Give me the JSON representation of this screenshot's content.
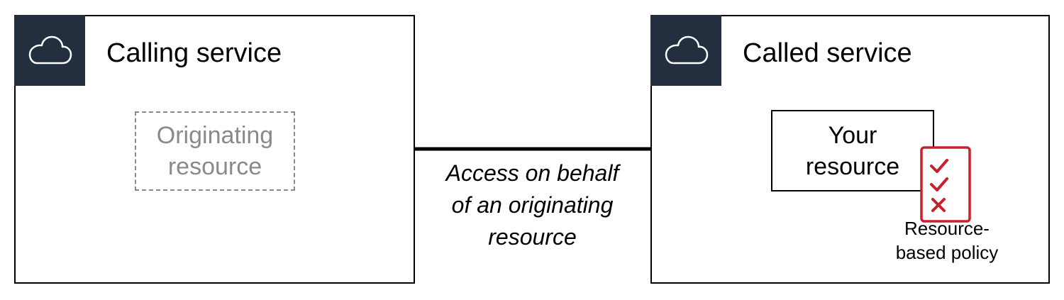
{
  "calling_service": {
    "title": "Calling service",
    "originating_resource": {
      "line1": "Originating",
      "line2": "resource"
    }
  },
  "called_service": {
    "title": "Called service",
    "your_resource": {
      "line1": "Your",
      "line2": "resource"
    },
    "policy_label": {
      "line1": "Resource-",
      "line2": "based policy"
    }
  },
  "connector": {
    "label": {
      "line1": "Access on behalf",
      "line2": "of an originating",
      "line3": "resource"
    }
  },
  "icons": {
    "service_icon": "cloud-icon",
    "policy_icon": "checklist-icon"
  },
  "colors": {
    "badge_background": "#232f3e",
    "dashed_gray": "#8a8a8a",
    "policy_red": "#c7202f"
  }
}
